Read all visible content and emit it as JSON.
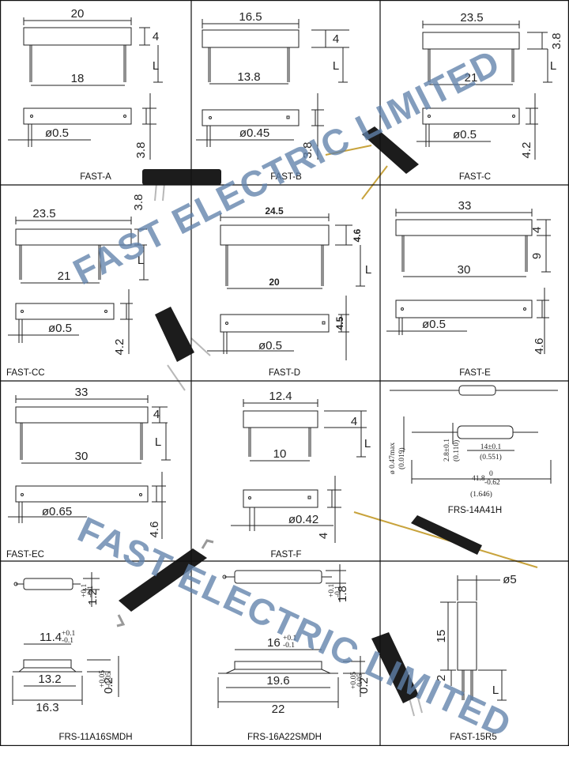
{
  "colors": {
    "line": "#222222",
    "watermark": "#6b8fb6",
    "part_body": "#1c1c1c",
    "lead_gold": "#c8a33c"
  },
  "watermark_text": "FAST ELECTRIC LIMITED",
  "cells": [
    {
      "caption": "FAST-A",
      "dims": {
        "len": "20",
        "h": "4",
        "pitch": "18",
        "dia": "ø0.5",
        "w": "3.8",
        "lead": "L"
      }
    },
    {
      "caption": "FAST-B",
      "dims": {
        "len": "16.5",
        "h": "4",
        "pitch": "13.8",
        "dia": "ø0.45",
        "w": "3.8",
        "lead": "L"
      }
    },
    {
      "caption": "FAST-C",
      "dims": {
        "len": "23.5",
        "h": "3.8",
        "pitch": "21",
        "dia": "ø0.5",
        "w": "4.2",
        "lead": "L"
      }
    },
    {
      "caption": "FAST-CC",
      "dims": {
        "len": "23.5",
        "h": "3.8",
        "pitch": "21",
        "dia": "ø0.5",
        "w": "4.2",
        "lead": "L"
      }
    },
    {
      "caption": "FAST-D",
      "dims": {
        "len": "24.5",
        "h": "4.6",
        "pitch": "20",
        "dia": "ø0.5",
        "w": "4.5",
        "lead": "L"
      }
    },
    {
      "caption": "FAST-E",
      "dims": {
        "len": "33",
        "h": "4",
        "hl": "9",
        "pitch": "30",
        "dia": "ø0.5",
        "w": "4.6"
      }
    },
    {
      "caption": "FAST-EC",
      "dims": {
        "len": "33",
        "h": "4",
        "pitch": "30",
        "dia": "ø0.65",
        "w": "4.6",
        "lead": "L"
      }
    },
    {
      "caption": "FAST-F",
      "dims": {
        "len": "12.4",
        "h": "4",
        "pitch": "10",
        "dia": "ø0.42",
        "w": "4",
        "lead": "L"
      }
    },
    {
      "caption": "FRS-14A41H",
      "dims": {
        "dia_max": "ø 0.47max",
        "dia_max_in": "(0.019)",
        "body_d": "2.8±0.1",
        "body_d_in": "(0.110)",
        "body_l": "14±0.1",
        "body_l_in": "(0.551)",
        "total": "41.8",
        "total_tol_hi": "0",
        "total_tol_lo": "-0.62",
        "total_in": "(1.646)"
      }
    },
    {
      "caption": "FRS-11A16SMDH",
      "dims": {
        "h": "1.2",
        "h_tol_hi": "+0.1",
        "h_tol_lo": "-0.1",
        "body": "11.4",
        "body_tol_hi": "+0.1",
        "body_tol_lo": "-0.1",
        "pad": "13.2",
        "total": "16.3",
        "t": "0.2",
        "t_tol_hi": "+0.05",
        "t_tol_lo": "-0.05"
      }
    },
    {
      "caption": "FRS-16A22SMDH",
      "dims": {
        "h": "1.8",
        "h_tol_hi": "+0.1",
        "h_tol_lo": "-0.1",
        "body": "16",
        "body_tol_hi": "+0.1",
        "body_tol_lo": "-0.1",
        "pad": "19.6",
        "total": "22",
        "t": "0.2",
        "t_tol_hi": "+0.05",
        "t_tol_lo": "-0.05"
      }
    },
    {
      "caption": "FAST-15R5",
      "dims": {
        "dia": "ø5",
        "len": "15",
        "lead_sp": "2",
        "lead": "L"
      }
    }
  ]
}
